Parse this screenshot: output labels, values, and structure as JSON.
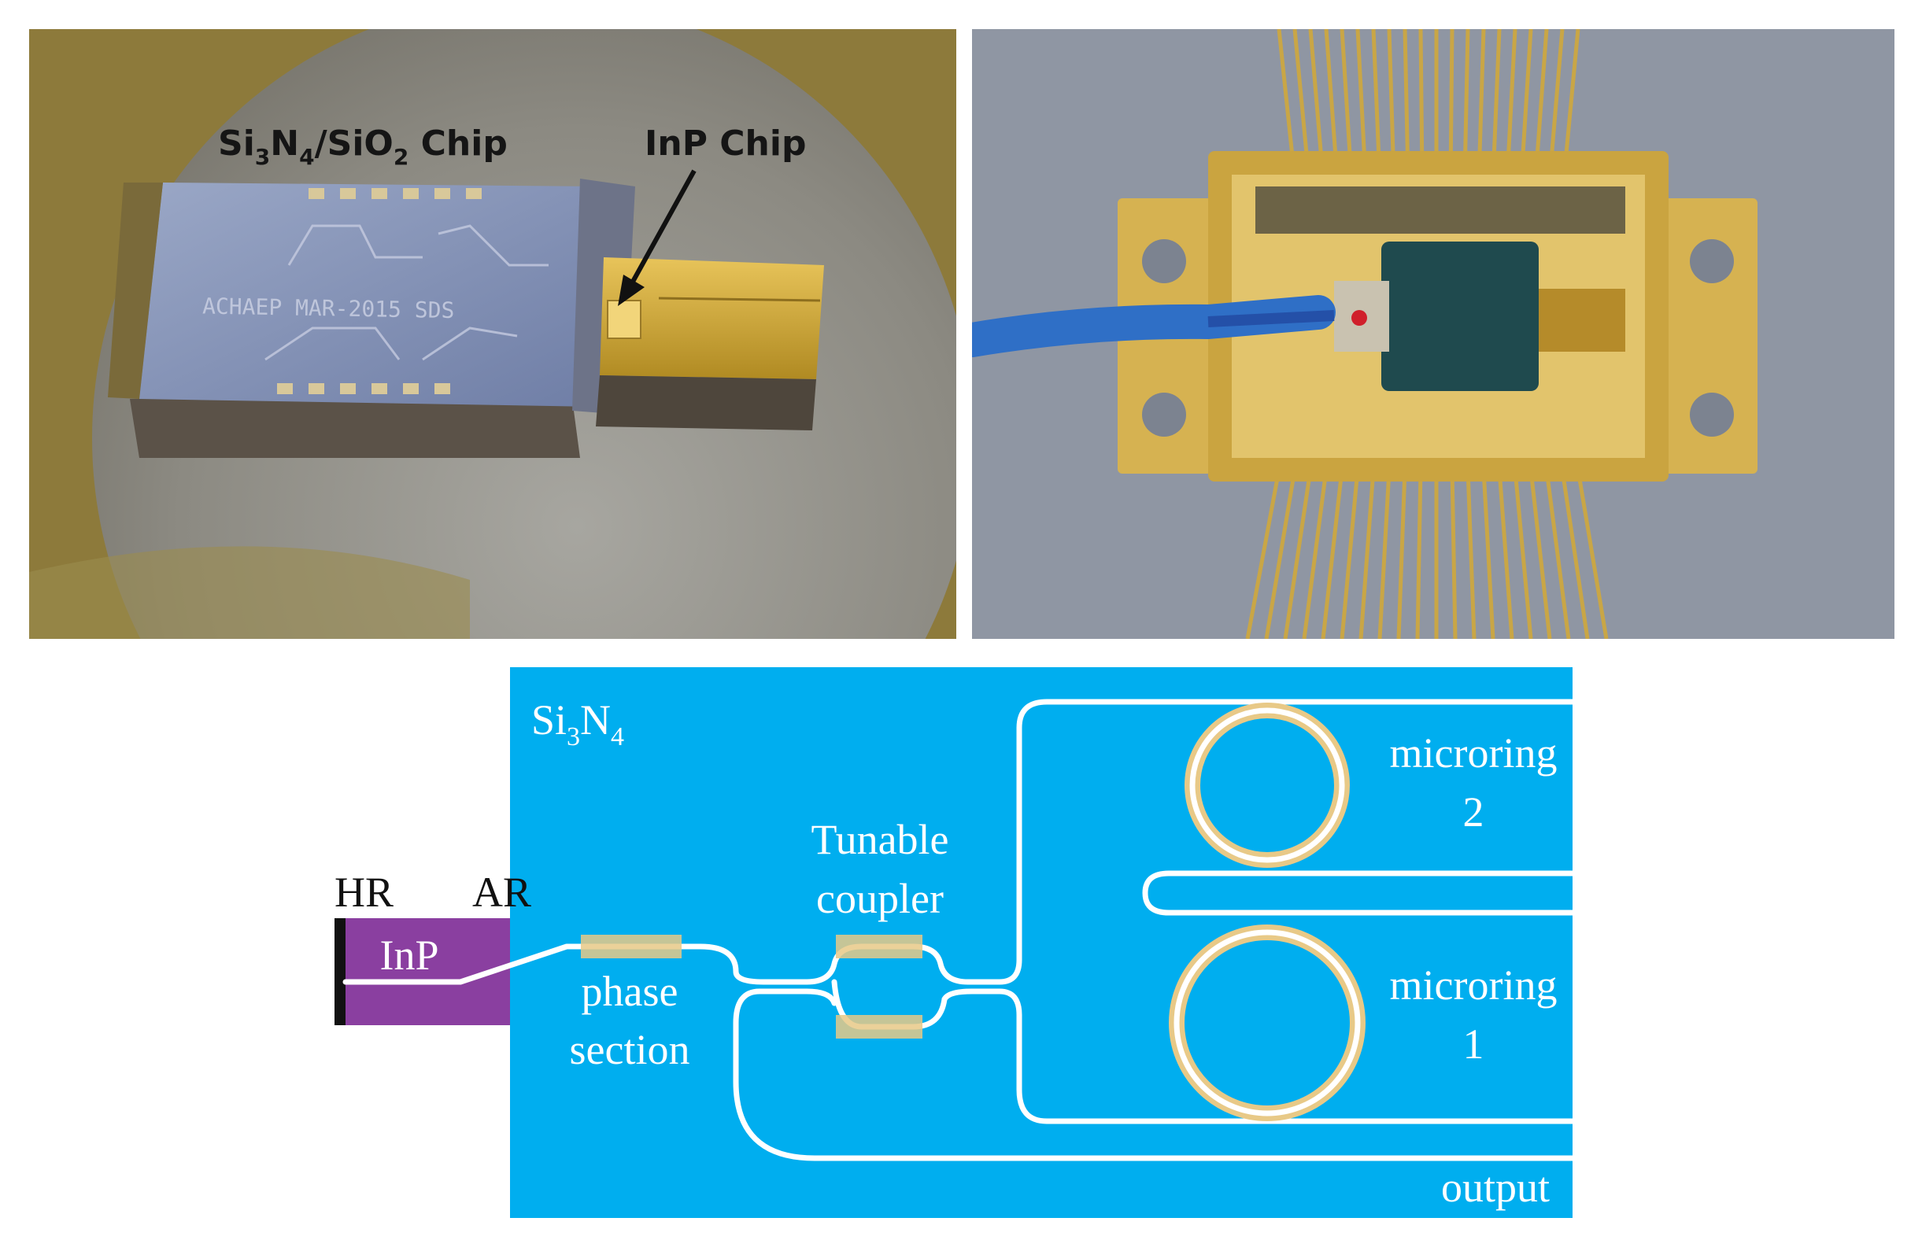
{
  "photo_left": {
    "label_si3n4_chip": {
      "main": "Si",
      "sub1": "3",
      "mid1": "N",
      "sub2": "4",
      "mid2": "/SiO",
      "sub3": "2",
      "tail": " Chip"
    },
    "label_inp_chip": "InP Chip",
    "chip_engraving": "ACHAEP MAR-2015 SDS"
  },
  "schematic": {
    "material_label": {
      "main": "Si",
      "sub1": "3",
      "mid": "N",
      "sub2": "4"
    },
    "hr_label": "HR",
    "ar_label": "AR",
    "inp_label": "InP",
    "phase_section_label": [
      "phase",
      "section"
    ],
    "tunable_coupler_label": [
      "Tunable",
      "coupler"
    ],
    "microring2_label": [
      "microring",
      "2"
    ],
    "microring1_label": [
      "microring",
      "1"
    ],
    "output_label": "output",
    "colors": {
      "substrate": "#00AEEF",
      "waveguide": "#FFFFFF",
      "heater": "#E8C987",
      "inp": "#8A3FA0",
      "facet": "#111111"
    }
  }
}
